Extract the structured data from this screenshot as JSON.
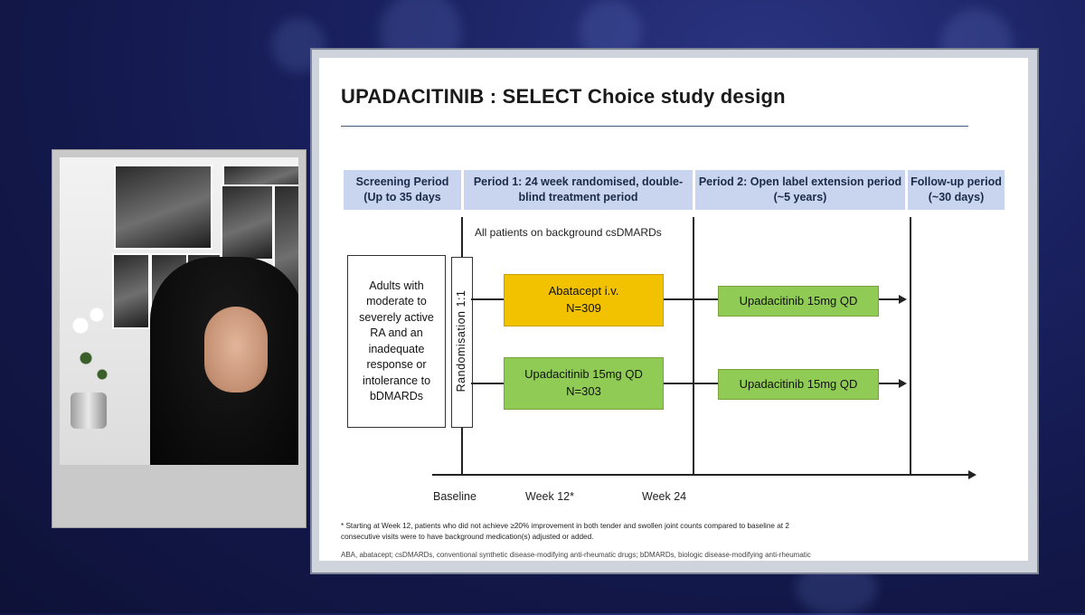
{
  "slide": {
    "title": "UPADACITINIB : SELECT Choice study design",
    "periods": [
      {
        "line1": "Screening Period",
        "line2": "(Up to 35 days"
      },
      {
        "line1": "Period 1:  24 week randomised, double-",
        "line2": "blind treatment period"
      },
      {
        "line1": "Period 2:  Open label extension period",
        "line2": "(~5 years)"
      },
      {
        "line1": "Follow-up period",
        "line2": "(~30 days)"
      }
    ],
    "background_note": "All patients on background csDMARDs",
    "population": [
      "Adults with",
      "moderate to",
      "severely active",
      "RA and an",
      "inadequate",
      "response or",
      "intolerance to",
      "bDMARDs"
    ],
    "randomisation": "Randomisation 1:1",
    "arms": [
      {
        "line1": "Abatacept i.v.",
        "line2": "N=309",
        "color": "#f2c200"
      },
      {
        "line1": "Upadacitinib 15mg QD",
        "line2": "N=303",
        "color": "#8fcb55"
      }
    ],
    "extension_arms": [
      {
        "label": "Upadacitinib 15mg QD",
        "color": "#8fcb55"
      },
      {
        "label": "Upadacitinib 15mg QD",
        "color": "#8fcb55"
      }
    ],
    "timepoints": [
      "Baseline",
      "Week 12*",
      "Week 24"
    ],
    "footnote_1": "*  Starting at Week 12, patients who did not achieve ≥20% improvement in both tender and swollen joint counts compared to baseline at 2",
    "footnote_2": "consecutive visits were to have background medication(s) adjusted or added.",
    "footnote_3": "ABA, abatacept; csDMARDs, conventional synthetic disease-modifying anti-rheumatic drugs; bDMARDs, biologic disease-modifying anti-rheumatic"
  }
}
